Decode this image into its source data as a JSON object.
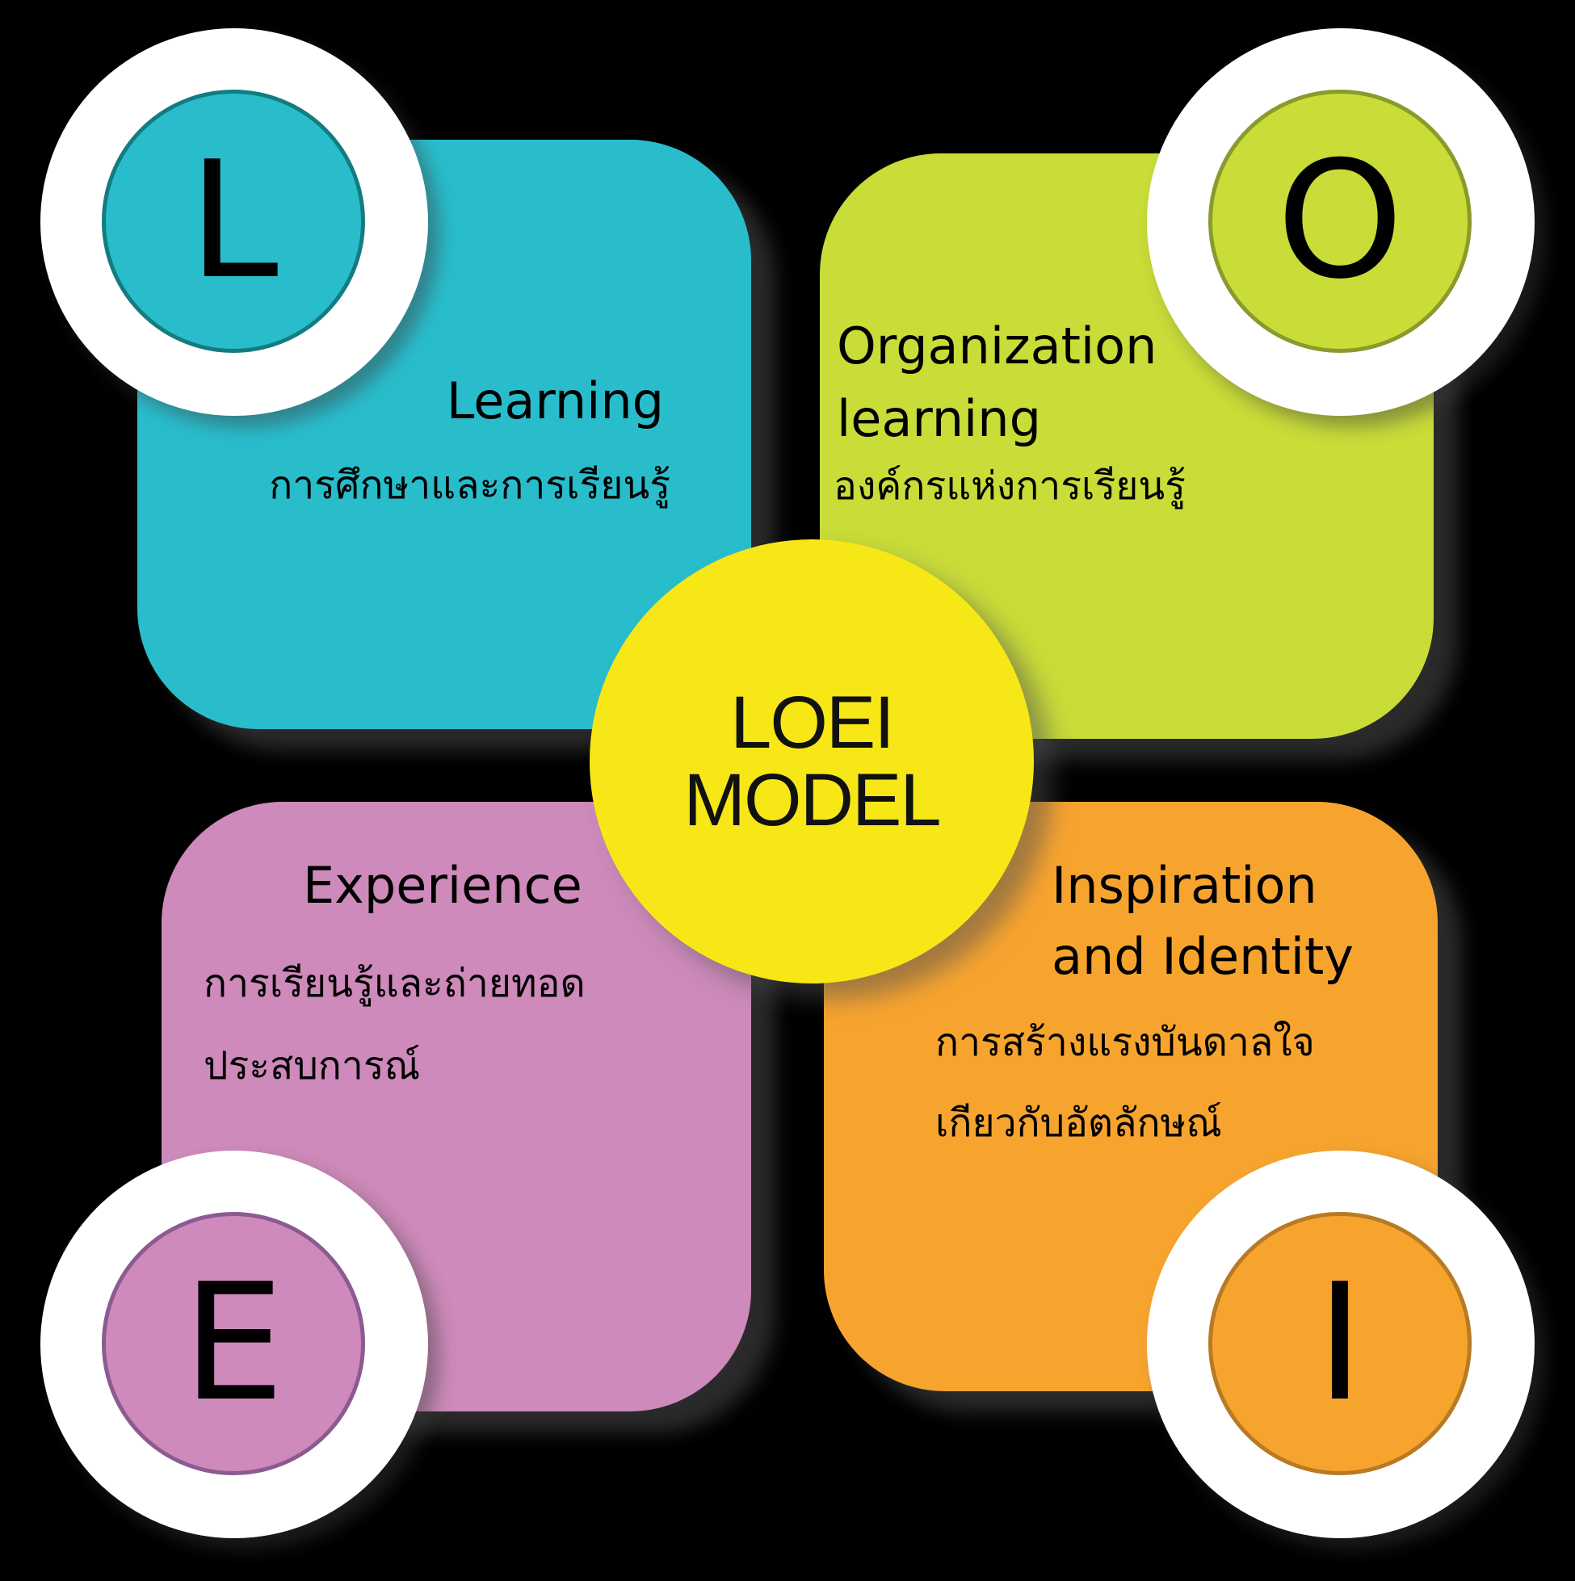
{
  "diagram": {
    "center": {
      "line1": "LOEI",
      "line2": "MODEL",
      "color": "#f7e717"
    },
    "quadrants": {
      "learning": {
        "letter": "L",
        "title_lines": [
          "Learning"
        ],
        "thai_lines": [
          "การศึกษาและการเรียนรู้"
        ],
        "card_color": "#29bdcc",
        "badge_fill": "#29bdcc",
        "badge_border": "#137c80"
      },
      "organization": {
        "letter": "O",
        "title_lines": [
          "Organization",
          "learning"
        ],
        "thai_lines": [
          "องค์กรแห่งการเรียนรู้"
        ],
        "card_color": "#c9dc38",
        "badge_fill": "#c9dc38",
        "badge_border": "#8a9a2c"
      },
      "experience": {
        "letter": "E",
        "title_lines": [
          "Experience"
        ],
        "thai_lines": [
          "การเรียนรู้และถ่ายทอด",
          "ประสบการณ์"
        ],
        "card_color": "#cd8aba",
        "badge_fill": "#cd8aba",
        "badge_border": "#8c5a92"
      },
      "inspiration": {
        "letter": "I",
        "title_lines": [
          "Inspiration",
          "and Identity"
        ],
        "thai_lines": [
          "การสร้างแรงบันดาลใจ",
          "เกียวกับอัตลักษณ์"
        ],
        "card_color": "#f7a42f",
        "badge_fill": "#f7a42f",
        "badge_border": "#b87a22"
      }
    }
  }
}
